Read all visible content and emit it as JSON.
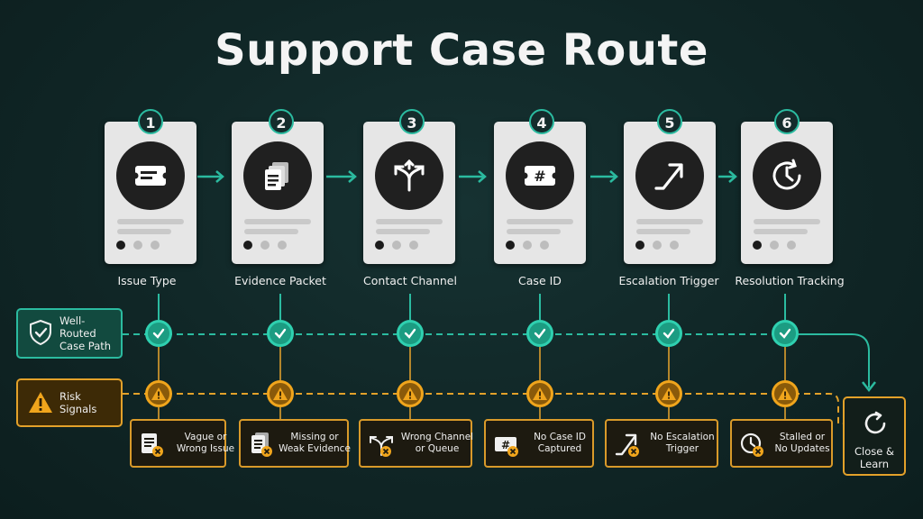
{
  "title": "Support Case Route",
  "steps": [
    {
      "num": "1",
      "label": "Issue Type",
      "icon": "ticket-lines-icon"
    },
    {
      "num": "2",
      "label": "Evidence Packet",
      "icon": "documents-icon"
    },
    {
      "num": "3",
      "label": "Contact Channel",
      "icon": "split-arrows-icon"
    },
    {
      "num": "4",
      "label": "Case ID",
      "icon": "hash-ticket-icon"
    },
    {
      "num": "5",
      "label": "Escalation Trigger",
      "icon": "escalate-arrow-icon"
    },
    {
      "num": "6",
      "label": "Resolution Tracking",
      "icon": "clock-refresh-icon"
    }
  ],
  "legend": {
    "good_line1": "Well-Routed",
    "good_line2": "Case Path",
    "risk": "Risk Signals"
  },
  "risks": [
    {
      "line1": "Vague or",
      "line2": "Wrong Issue"
    },
    {
      "line1": "Missing or",
      "line2": "Weak Evidence"
    },
    {
      "line1": "Wrong Channel",
      "line2": "or Queue"
    },
    {
      "line1": "No Case ID",
      "line2": "Captured"
    },
    {
      "line1": "No Escalation",
      "line2": "Trigger"
    },
    {
      "line1": "Stalled or",
      "line2": "No Updates"
    }
  ],
  "close": {
    "line1": "Close &",
    "line2": "Learn"
  },
  "colors": {
    "teal": "#2bbba0",
    "amber": "#e3a12a",
    "card": "#e6e6e6",
    "background": "#102626"
  }
}
